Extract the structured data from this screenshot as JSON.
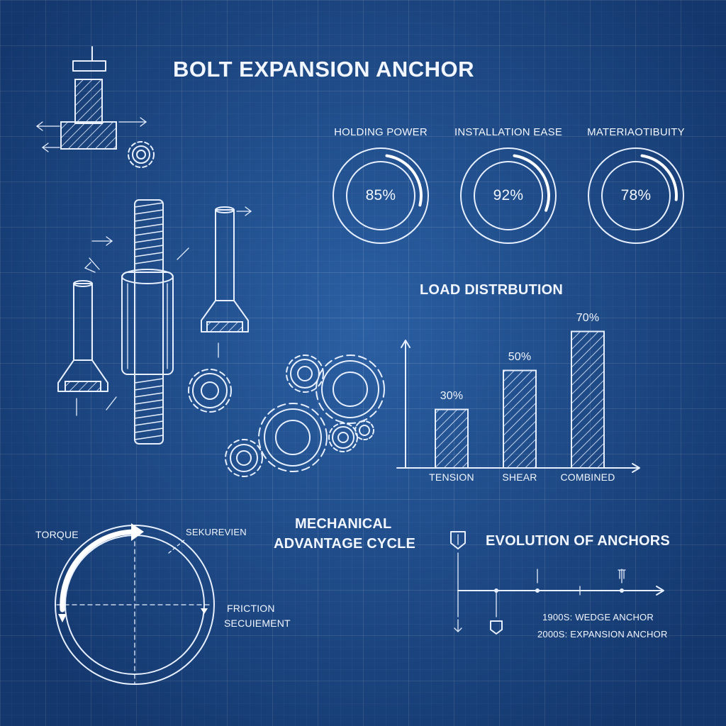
{
  "title": "BOLT EXPANSION ANCHOR",
  "gauges": [
    {
      "label": "HOLDING POWER",
      "value_text": "85%",
      "value": 85
    },
    {
      "label": "INSTALLATION EASE",
      "value_text": "92%",
      "value": 92
    },
    {
      "label": "MATERIAOTIBUITY",
      "value_text": "78%",
      "value": 78
    }
  ],
  "load_distribution": {
    "title": "LOAD DISTRBUTION"
  },
  "chart_data": {
    "type": "bar",
    "title": "LOAD DISTRBUTION",
    "categories": [
      "TENSION",
      "SHEAR",
      "COMBINED"
    ],
    "values": [
      30,
      50,
      70
    ],
    "value_labels": [
      "30%",
      "50%",
      "70%"
    ],
    "ylim": [
      0,
      100
    ],
    "grid": false,
    "hatched_bars": true
  },
  "cycle": {
    "title_line1": "MECHANICAL",
    "title_line2": "ADVANTAGE CYCLE",
    "label_torque": "TORQUE",
    "label_top_right": "SEKUREVIEN",
    "label_friction": "FRICTION",
    "label_securement": "SECUIEMENT"
  },
  "evolution": {
    "title": "EVOLUTION OF ANCHORS",
    "entries": [
      "1900s: WEDGE ANCHOR",
      "2000s: EXPANSION ANCHOR"
    ]
  },
  "colors": {
    "background": "#1c4d8f",
    "ink": "#e8f0ff"
  }
}
